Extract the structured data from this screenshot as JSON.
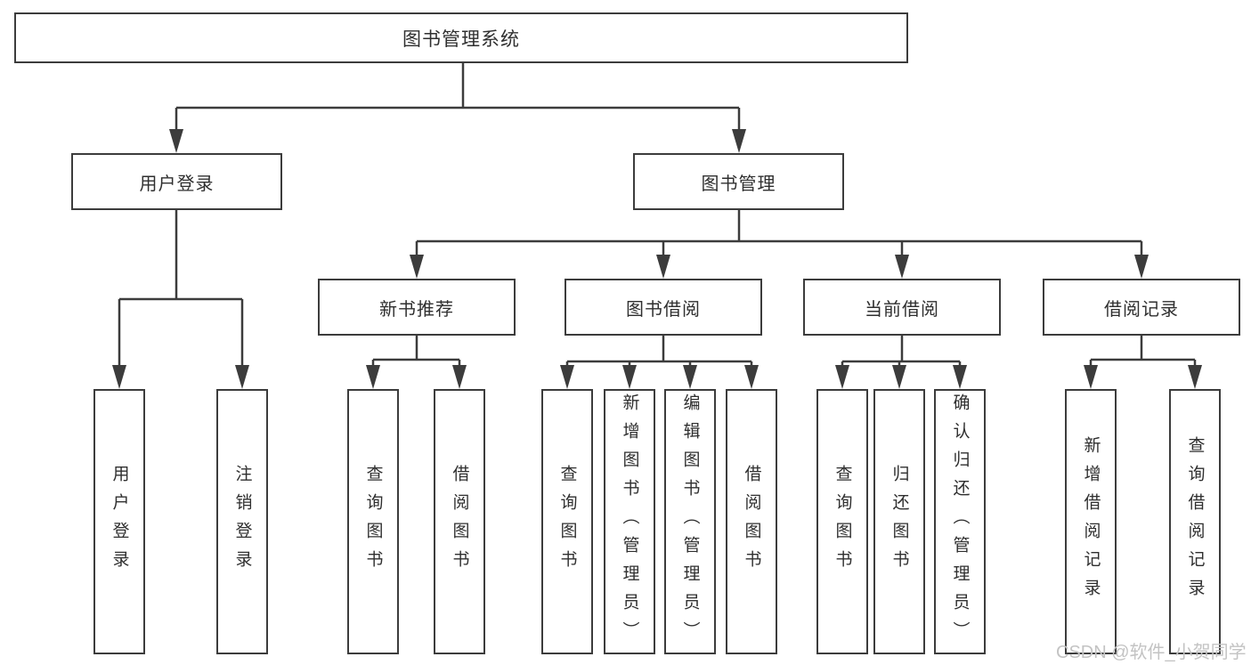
{
  "diagram": {
    "type": "hierarchy-tree",
    "root": {
      "label": "图书管理系统",
      "children": [
        {
          "label": "用户登录",
          "children": [
            {
              "label": "用户登录"
            },
            {
              "label": "注销登录"
            }
          ]
        },
        {
          "label": "图书管理",
          "children": [
            {
              "label": "新书推荐",
              "children": [
                {
                  "label": "查询图书"
                },
                {
                  "label": "借阅图书"
                }
              ]
            },
            {
              "label": "图书借阅",
              "children": [
                {
                  "label": "查询图书"
                },
                {
                  "label": "新增图书（管理员）"
                },
                {
                  "label": "编辑图书（管理员）"
                },
                {
                  "label": "借阅图书"
                }
              ]
            },
            {
              "label": "当前借阅",
              "children": [
                {
                  "label": "查询图书"
                },
                {
                  "label": "归还图书"
                },
                {
                  "label": "确认归还（管理员）"
                }
              ]
            },
            {
              "label": "借阅记录",
              "children": [
                {
                  "label": "新增借阅记录"
                },
                {
                  "label": "查询借阅记录"
                }
              ]
            }
          ]
        }
      ]
    },
    "watermark": "CSDN @软件_小贺同学",
    "colors": {
      "line": "#3c3c3c",
      "border": "#3c3c3c",
      "text": "#2f2f2f",
      "watermark": "#c3c3c3",
      "background": "#ffffff"
    }
  }
}
